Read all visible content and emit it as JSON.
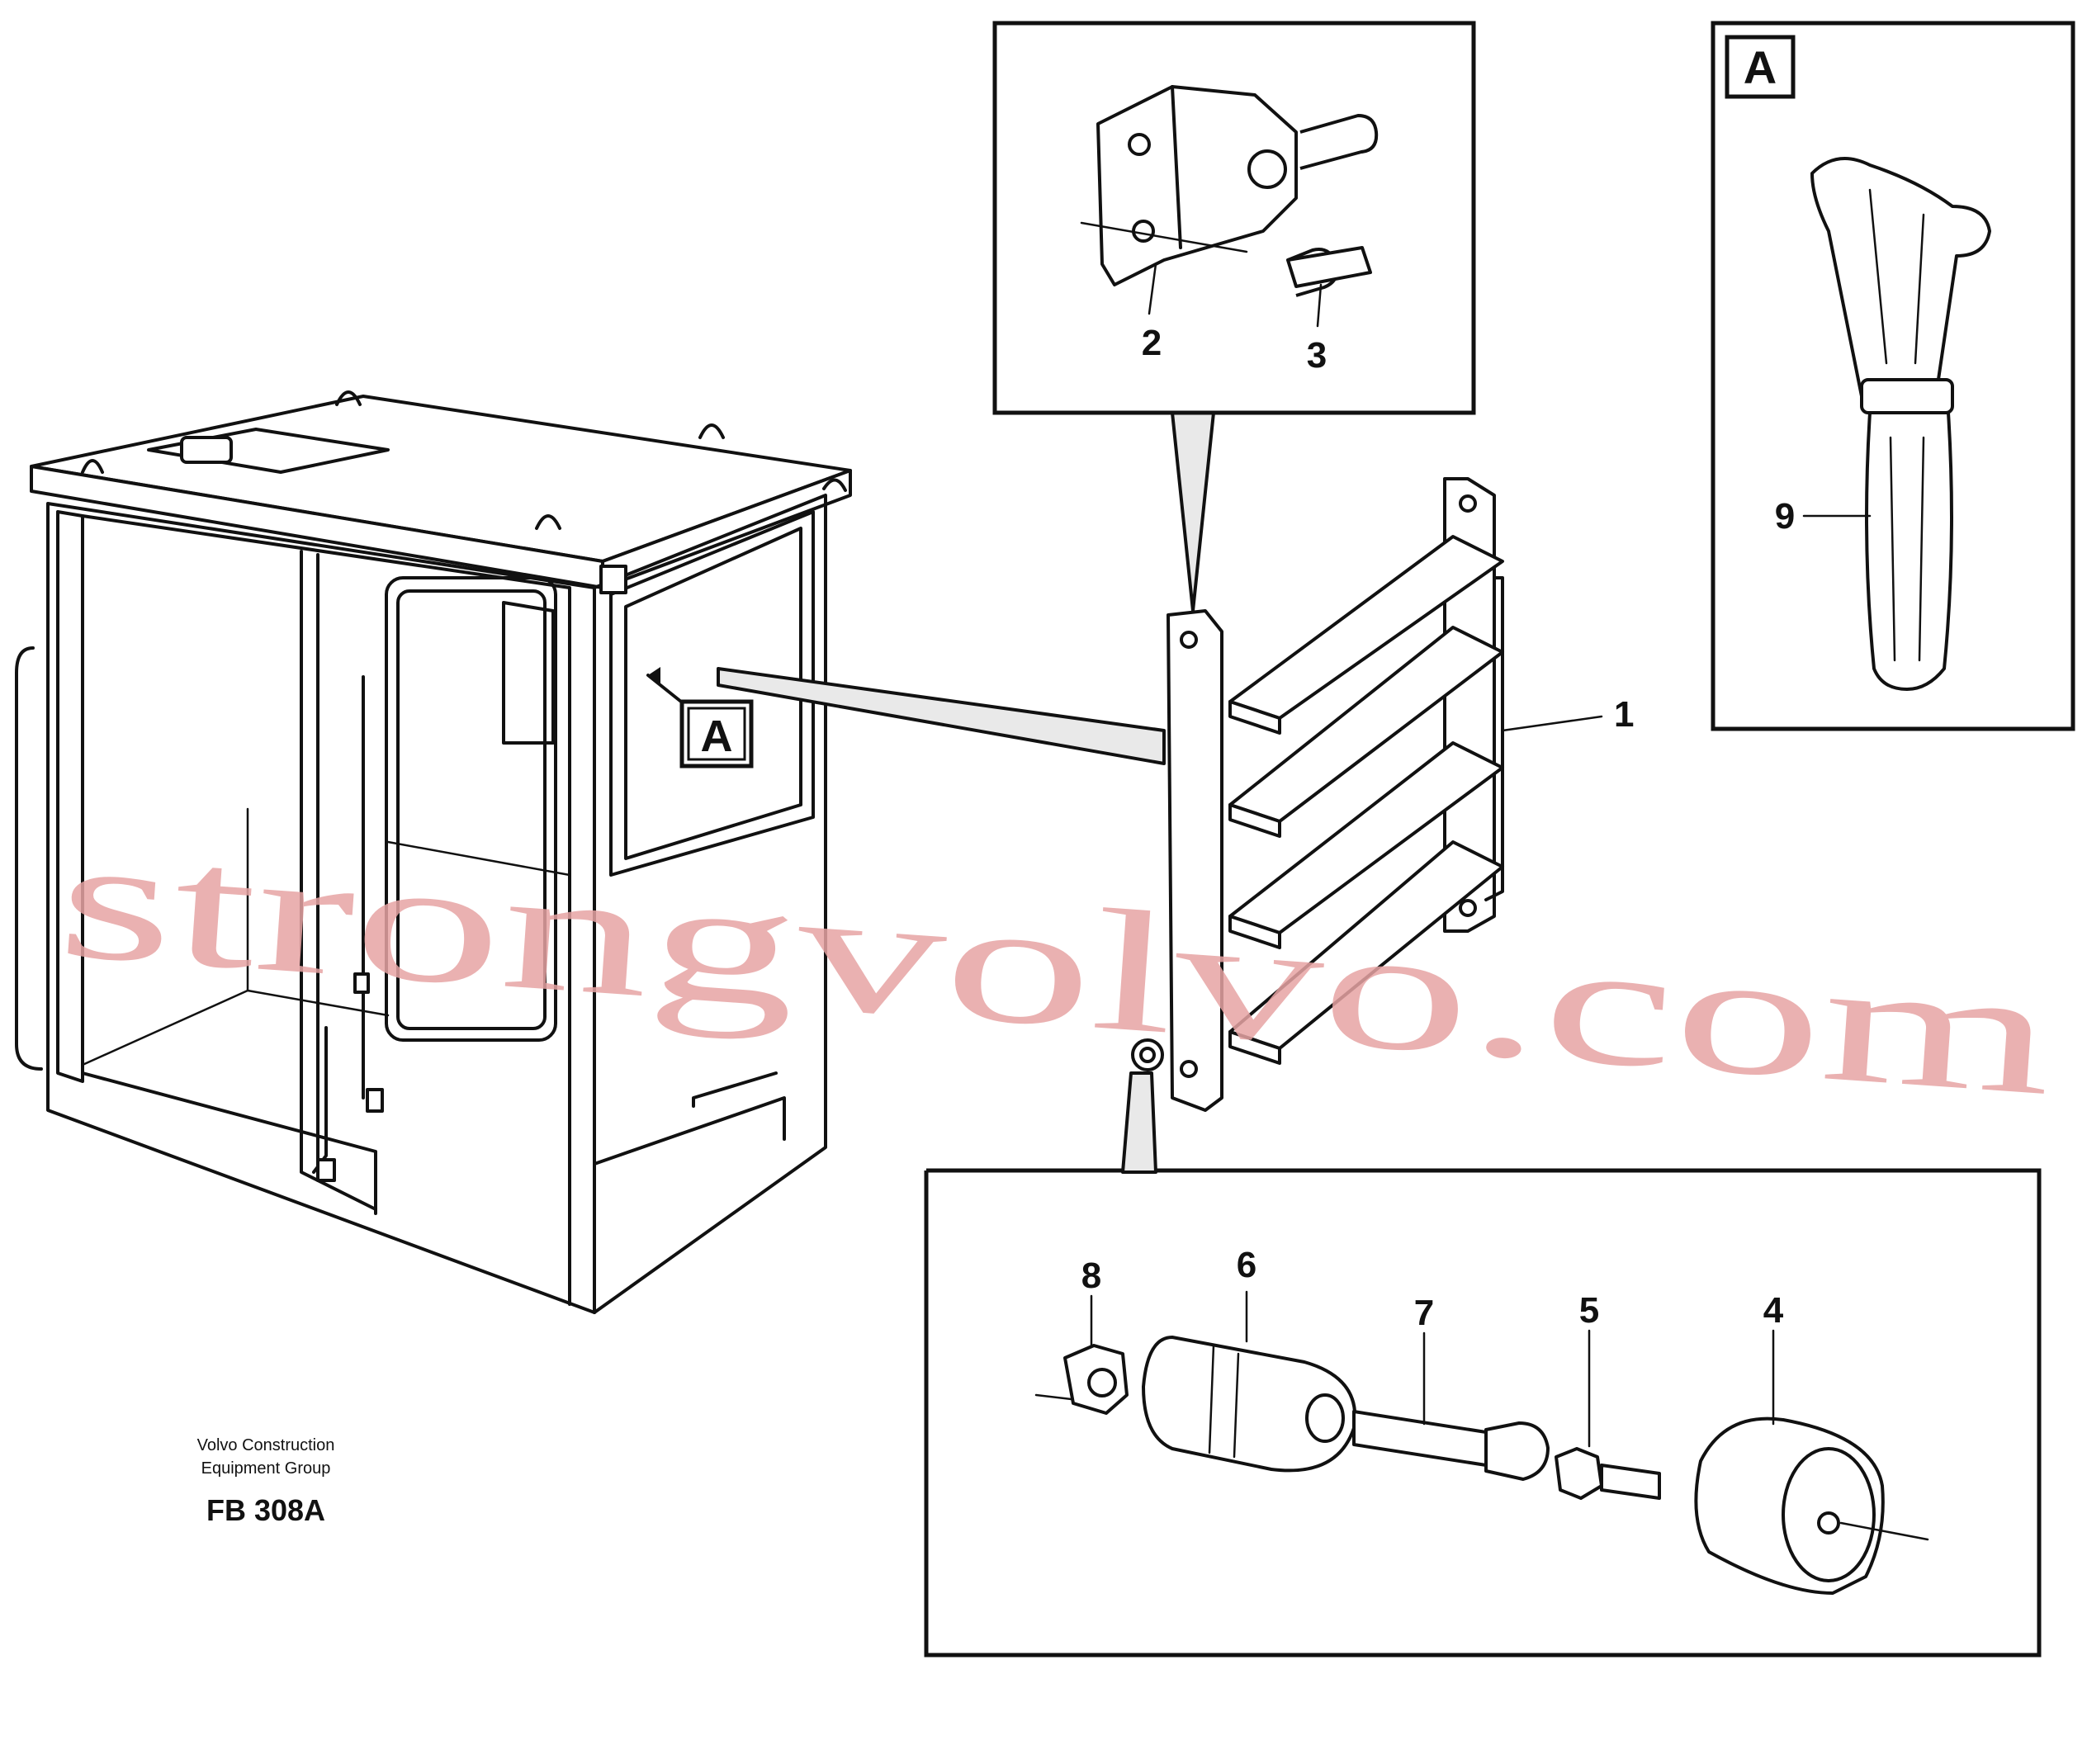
{
  "labels": {
    "p1": "1",
    "p2": "2",
    "p3": "3",
    "p4": "4",
    "p5": "5",
    "p6": "6",
    "p7": "7",
    "p8": "8",
    "p9": "9"
  },
  "callouts": {
    "cab_marker": "A",
    "detail_panel": "A"
  },
  "credit": {
    "line1": "Volvo Construction",
    "line2": "Equipment Group"
  },
  "figure_code": "FB 308A",
  "watermark": "strongvolvo.com"
}
